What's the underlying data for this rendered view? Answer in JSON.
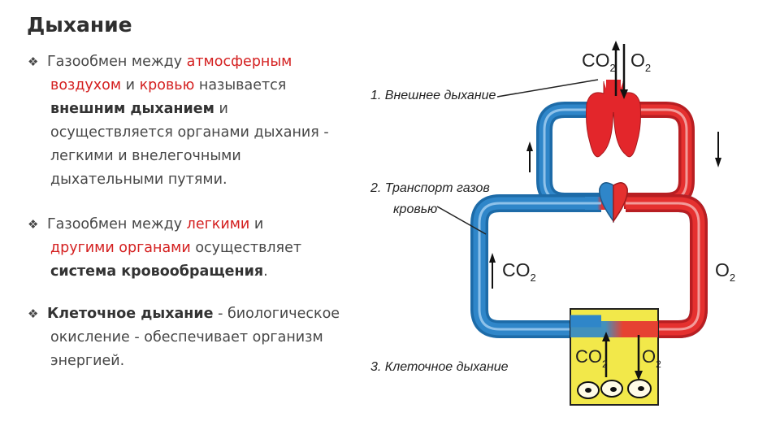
{
  "title": "Дыхание",
  "bullets": [
    {
      "lines": [
        [
          {
            "t": "Газообмен между "
          },
          {
            "t": "атмосферным",
            "style": "red"
          }
        ],
        [
          {
            "t": "воздухом",
            "style": "red"
          },
          {
            "t": " и "
          },
          {
            "t": "кровью",
            "style": "red"
          },
          {
            "t": " называется"
          }
        ],
        [
          {
            "t": "внешним дыханием",
            "style": "bold"
          },
          {
            "t": " и"
          }
        ],
        [
          {
            "t": "осуществляется органами дыхания -"
          }
        ],
        [
          {
            "t": "легкими и внелегочными"
          }
        ],
        [
          {
            "t": "дыхательными путями."
          }
        ]
      ]
    },
    {
      "lines": [
        [
          {
            "t": "Газообмен между "
          },
          {
            "t": "легкими",
            "style": "red"
          },
          {
            "t": " и"
          }
        ],
        [
          {
            "t": "другими органами",
            "style": "red"
          },
          {
            "t": " осуществляет"
          }
        ],
        [
          {
            "t": "система кровообращения",
            "style": "bold"
          },
          {
            "t": "."
          }
        ]
      ]
    },
    {
      "lines": [
        [
          {
            "t": "Клеточное дыхание",
            "style": "bold"
          },
          {
            "t": " - биологическое"
          }
        ],
        [
          {
            "t": "окисление - обеспечивает организм"
          }
        ],
        [
          {
            "t": "энергией."
          }
        ]
      ]
    }
  ],
  "diagram": {
    "label_external": "1. Внешнее дыхание",
    "label_transport_1": "2. Транспорт газов",
    "label_transport_2": "кровью",
    "label_cellular": "3. Клеточное дыхание",
    "gas_co2": "CO",
    "gas_o2": "O",
    "subscript": "2",
    "colors": {
      "blue": "#2f86c9",
      "red": "#e5302f",
      "tissue_yellow": "#f2e84a",
      "lung_red": "#e3262b"
    }
  }
}
